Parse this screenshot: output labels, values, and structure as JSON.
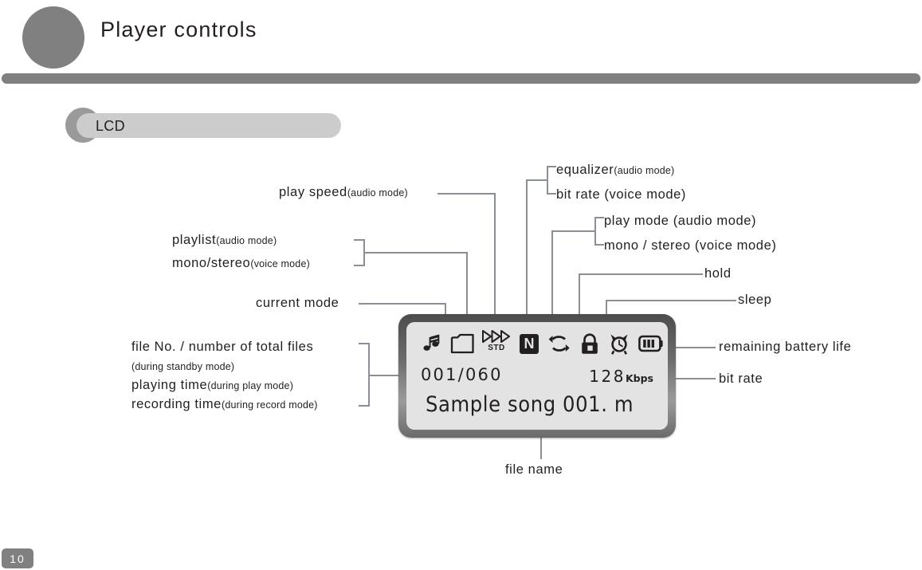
{
  "header": {
    "title": "Player controls",
    "bullet_icon": "circle-bullet-icon"
  },
  "section": {
    "label": "LCD"
  },
  "callouts": {
    "play_speed": {
      "main": "play speed",
      "sub": "(audio mode)"
    },
    "equalizer": {
      "main": "equalizer",
      "sub": "(audio mode)"
    },
    "bit_rate_voice": {
      "main": "bit rate (voice mode)",
      "sub": ""
    },
    "playlist": {
      "main": "playlist",
      "sub": "(audio mode)"
    },
    "mono_stereo": {
      "main": "mono/stereo",
      "sub": "(voice mode)"
    },
    "play_mode": {
      "main": "play mode (audio mode)",
      "sub": ""
    },
    "mono_stereo_voice": {
      "main": "mono / stereo (voice mode)",
      "sub": ""
    },
    "hold": {
      "main": "hold",
      "sub": ""
    },
    "sleep": {
      "main": "sleep",
      "sub": ""
    },
    "current_mode": {
      "main": "current mode",
      "sub": ""
    },
    "file_no": {
      "main": "file No. / number of total files",
      "sub": ""
    },
    "standby": {
      "main": "",
      "sub": "(during standby mode)"
    },
    "playing_time": {
      "main": "playing time",
      "sub": "(during play mode)"
    },
    "recording_time": {
      "main": "recording time",
      "sub": "(during record mode)"
    },
    "battery": {
      "main": "remaining battery life",
      "sub": ""
    },
    "bit_rate": {
      "main": "bit rate",
      "sub": ""
    },
    "file_name": {
      "main": "file name",
      "sub": ""
    }
  },
  "lcd": {
    "icons": [
      {
        "name": "music-note-icon",
        "title": "current mode / music"
      },
      {
        "name": "folder-icon",
        "title": "playlist / mono-stereo"
      },
      {
        "name": "play-speed-icon",
        "title": "play speed STD",
        "caption": "STD"
      },
      {
        "name": "equalizer-normal-icon",
        "title": "equalizer N",
        "glyph": "N"
      },
      {
        "name": "repeat-icon",
        "title": "play mode repeat"
      },
      {
        "name": "lock-icon",
        "title": "hold"
      },
      {
        "name": "alarm-clock-icon",
        "title": "sleep"
      },
      {
        "name": "battery-icon",
        "title": "remaining battery life"
      }
    ],
    "file_number": "001/060",
    "bit_rate_value": "128",
    "bit_rate_unit": "Kbps",
    "file_name": "Sample song 001. m"
  },
  "footer": {
    "page_number": "10"
  },
  "colors": {
    "gray_bar": "#808080",
    "pill": "#cccccc",
    "leader": "#8a8f96",
    "lcd_screen": "#e3e3e3",
    "text": "#231f20"
  }
}
